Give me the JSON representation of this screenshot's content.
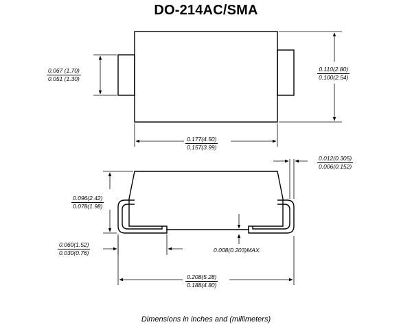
{
  "title": "DO-214AC/SMA",
  "caption": "Dimensions in inches and (millimeters)",
  "dimensions": {
    "lead_height": {
      "max": "0.067 (1.70)",
      "min": "0.051 (1.30)"
    },
    "body_height": {
      "max": "0.110(2.80)",
      "min": "0.100(2.54)"
    },
    "body_length": {
      "max": "0.177(4.50)",
      "min": "0.157(3.99)"
    },
    "lead_thickness": {
      "max": "0.012(0.305)",
      "min": "0.006(0.152)"
    },
    "package_height": {
      "max": "0.096(2.42)",
      "min": "0.078(1.98)"
    },
    "lead_length": {
      "max": "0.060(1.52)",
      "min": "0.030(0.76)"
    },
    "standoff": "0.008(0.203)MAX.",
    "overall_length": {
      "max": "0.208(5.28)",
      "min": "0.188(4.80)"
    }
  }
}
